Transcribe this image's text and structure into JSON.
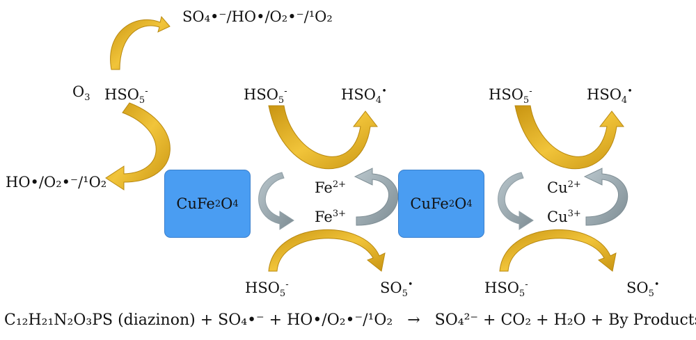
{
  "catalyst_label": "CuFe2O4",
  "catalysts": [
    {
      "formula_main": "CuFe",
      "sub1": "2",
      "mid": "O",
      "sub2": "4"
    },
    {
      "formula_main": "CuFe",
      "sub1": "2",
      "mid": "O",
      "sub2": "4"
    }
  ],
  "ozone_path": {
    "ozone": {
      "base": "O",
      "sub": "3"
    },
    "hso5": {
      "base": "HSO",
      "sub": "5",
      "sup": "-"
    },
    "radicals_top": "SO₄•⁻/HO•/O₂•⁻/¹O₂",
    "radicals_left": "HO•/O₂•⁻/¹O₂"
  },
  "fe_cycle": {
    "in_top": {
      "base": "HSO",
      "sub": "5",
      "sup": "-"
    },
    "out_top": {
      "base": "HSO",
      "sub": "4",
      "sup": "•"
    },
    "upper_ion": {
      "base": "Fe",
      "sup": "2+"
    },
    "lower_ion": {
      "base": "Fe",
      "sup": "3+"
    },
    "in_bottom": {
      "base": "HSO",
      "sub": "5",
      "sup": "-"
    },
    "out_bottom": {
      "base": "SO",
      "sub": "5",
      "sup": "•"
    }
  },
  "cu_cycle": {
    "in_top": {
      "base": "HSO",
      "sub": "5",
      "sup": "-"
    },
    "out_top": {
      "base": "HSO",
      "sub": "4",
      "sup": "•"
    },
    "upper_ion": {
      "base": "Cu",
      "sup": "2+"
    },
    "lower_ion": {
      "base": "Cu",
      "sup": "3+"
    },
    "in_bottom": {
      "base": "HSO",
      "sub": "5",
      "sup": "-"
    },
    "out_bottom": {
      "base": "SO",
      "sub": "5",
      "sup": "•"
    }
  },
  "equation": {
    "reactant": "C₁₂H₂₁N₂O₃PS (diazinon)",
    "plus1": "+",
    "sulfate_radical": "SO₄•⁻",
    "plus2": "+",
    "other_radicals": "HO•/O₂•⁻/¹O₂",
    "arrow": "→",
    "product1": "SO₄²⁻",
    "plus3": "+",
    "product2": "CO₂",
    "plus4": "+",
    "product3": "H₂O",
    "plus5": "+",
    "product4": "By Products"
  },
  "colors": {
    "gold_arrow": "#d7a521",
    "gold_arrow_dark": "#b8880f",
    "gray_arrow": "#8f9ea5",
    "gray_arrow_light": "#aebcc3",
    "catalyst_box": "#4a9df2"
  }
}
